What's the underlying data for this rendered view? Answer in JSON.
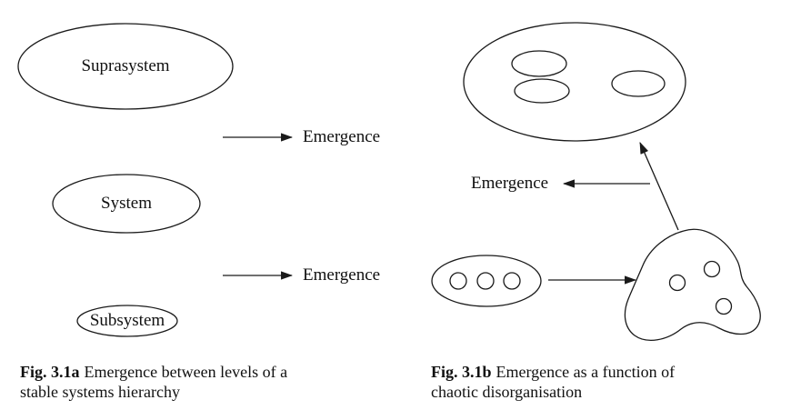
{
  "page": {
    "background_color": "#ffffff",
    "ink_color": "#1a1a1a"
  },
  "figure_a": {
    "nodes": [
      {
        "id": "suprasystem",
        "label": "Suprasystem"
      },
      {
        "id": "system",
        "label": "System"
      },
      {
        "id": "subsystem",
        "label": "Subsystem"
      }
    ],
    "arrows": [
      {
        "id": "emergence-upper",
        "label": "Emergence"
      },
      {
        "id": "emergence-lower",
        "label": "Emergence"
      }
    ],
    "caption": {
      "tag": "Fig. 3.1a",
      "line1": "Emergence between levels of a",
      "line2": "stable systems hierarchy"
    }
  },
  "figure_b": {
    "emergence_label": "Emergence",
    "caption": {
      "tag": "Fig. 3.1b",
      "line1": "Emergence as a function of",
      "line2": "chaotic disorganisation"
    }
  }
}
